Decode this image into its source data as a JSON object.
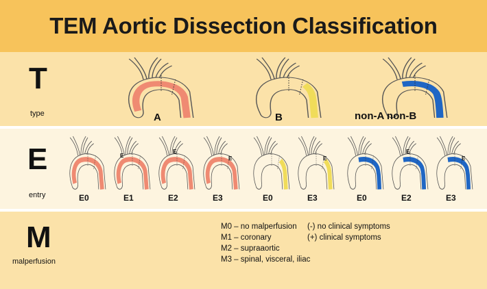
{
  "title": "TEM Aortic Dissection Classification",
  "colors": {
    "a": "#ef8a72",
    "b": "#f0dc5a",
    "nonab": "#1f66c4"
  },
  "type_row": {
    "letter": "T",
    "label": "type",
    "items": [
      {
        "caption": "A",
        "color": "a"
      },
      {
        "caption": "B",
        "color": "b"
      },
      {
        "caption": "non-A non-B",
        "color": "nonab"
      }
    ]
  },
  "entry_row": {
    "letter": "E",
    "label": "entry",
    "items": [
      {
        "caption": "E0",
        "color": "a"
      },
      {
        "caption": "E1",
        "color": "a",
        "marker": "E"
      },
      {
        "caption": "E2",
        "color": "a",
        "marker": "E"
      },
      {
        "caption": "E3",
        "color": "a",
        "marker": "E"
      },
      {
        "caption": "E0",
        "color": "b"
      },
      {
        "caption": "E3",
        "color": "b",
        "marker": "E"
      },
      {
        "caption": "E0",
        "color": "nonab"
      },
      {
        "caption": "E2",
        "color": "nonab",
        "marker": "E"
      },
      {
        "caption": "E3",
        "color": "nonab",
        "marker": "E"
      }
    ]
  },
  "malperfusion_row": {
    "letter": "M",
    "label": "malperfusion",
    "grades": [
      "M0 – no malperfusion",
      "M1 – coronary",
      "M2 – supraaortic",
      "M3 – spinal, visceral, iliac"
    ],
    "symptoms": [
      "(-)  no clinical symptoms",
      "(+) clinical symptoms"
    ]
  }
}
